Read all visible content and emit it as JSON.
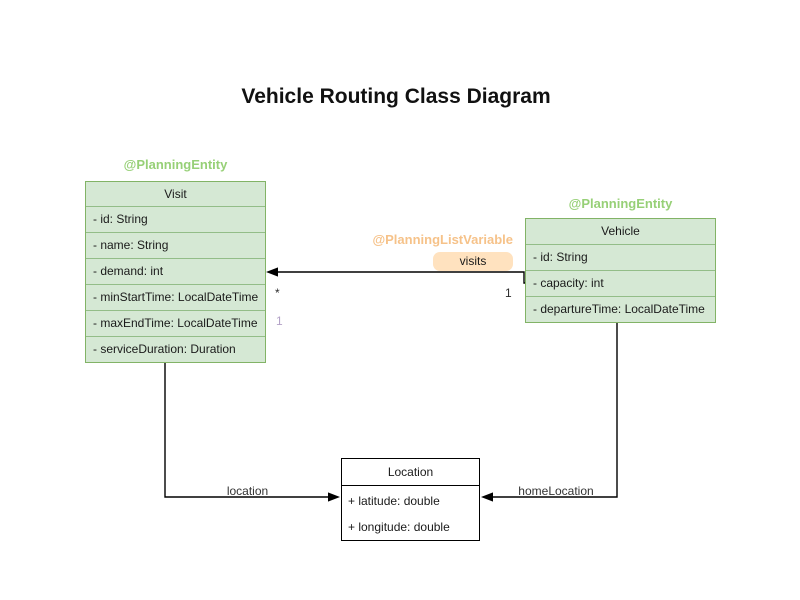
{
  "title": "Vehicle Routing Class Diagram",
  "colors": {
    "entity_fill": "#d5e8d4",
    "entity_stroke": "#82b366",
    "annotation_green": "#97d077",
    "annotation_orange": "#f6c289",
    "visits_pill_fill": "#ffe2bf",
    "multiplicity_purple": "#b3a2c7",
    "plain_class_fill": "#ffffff",
    "plain_class_stroke": "#000000",
    "edge_color": "#000000"
  },
  "classes": {
    "visit": {
      "annotation": "@PlanningEntity",
      "name": "Visit",
      "attributes": [
        "- id: String",
        "- name: String",
        "- demand: int",
        "- minStartTime: LocalDateTime",
        "- maxEndTime: LocalDateTime",
        "- serviceDuration: Duration"
      ]
    },
    "vehicle": {
      "annotation": "@PlanningEntity",
      "name": "Vehicle",
      "attributes": [
        "- id: String",
        "- capacity: int",
        "- departureTime: LocalDateTime"
      ]
    },
    "location": {
      "name": "Location",
      "attributes": [
        "+ latitude: double",
        "+ longitude: double"
      ]
    }
  },
  "edges": {
    "visits": {
      "annotation": "@PlanningListVariable",
      "label": "visits",
      "target_multiplicity": "*",
      "source_multiplicity": "1",
      "list_index_multiplicity": "1"
    },
    "location": {
      "label": "location"
    },
    "homeLocation": {
      "label": "homeLocation"
    }
  }
}
